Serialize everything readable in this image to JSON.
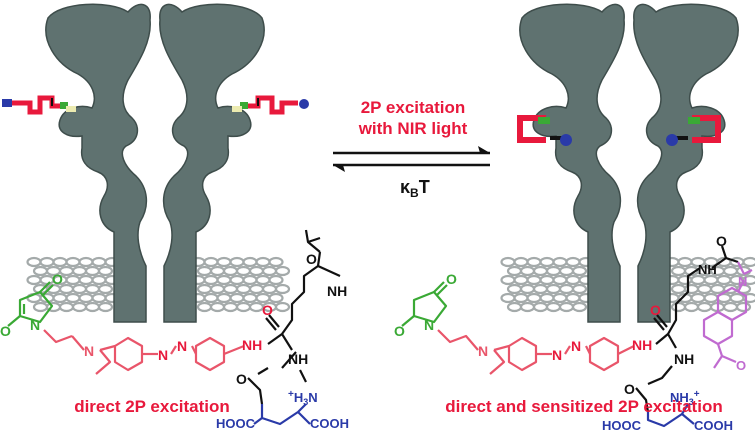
{
  "arrow_label_top_line1": "2P excitation",
  "arrow_label_top_line2": "with NIR light",
  "arrow_label_bottom": "κ",
  "arrow_label_bottom_sub": "B",
  "arrow_label_bottom_T": "T",
  "caption_left": "direct 2P excitation",
  "caption_right": "direct and sensitized 2P excitation",
  "atoms": {
    "O": "O",
    "N": "N",
    "NH": "NH",
    "H3N": "H",
    "H3N_3": "3",
    "H3N_N": "N",
    "NH3": "NH",
    "NH3_3": "3",
    "HOOC": "HOOC",
    "COOH": "COOH",
    "plus": "+"
  },
  "colors": {
    "protein": "#5f7270",
    "protein_stroke": "#3e4d4b",
    "membrane": "#9aa0a0",
    "accent_red": "#e8193c",
    "green": "#3aa935",
    "salmon": "#e9556a",
    "blue": "#2a3aa8",
    "violet": "#c06bd0",
    "black": "#111111"
  }
}
